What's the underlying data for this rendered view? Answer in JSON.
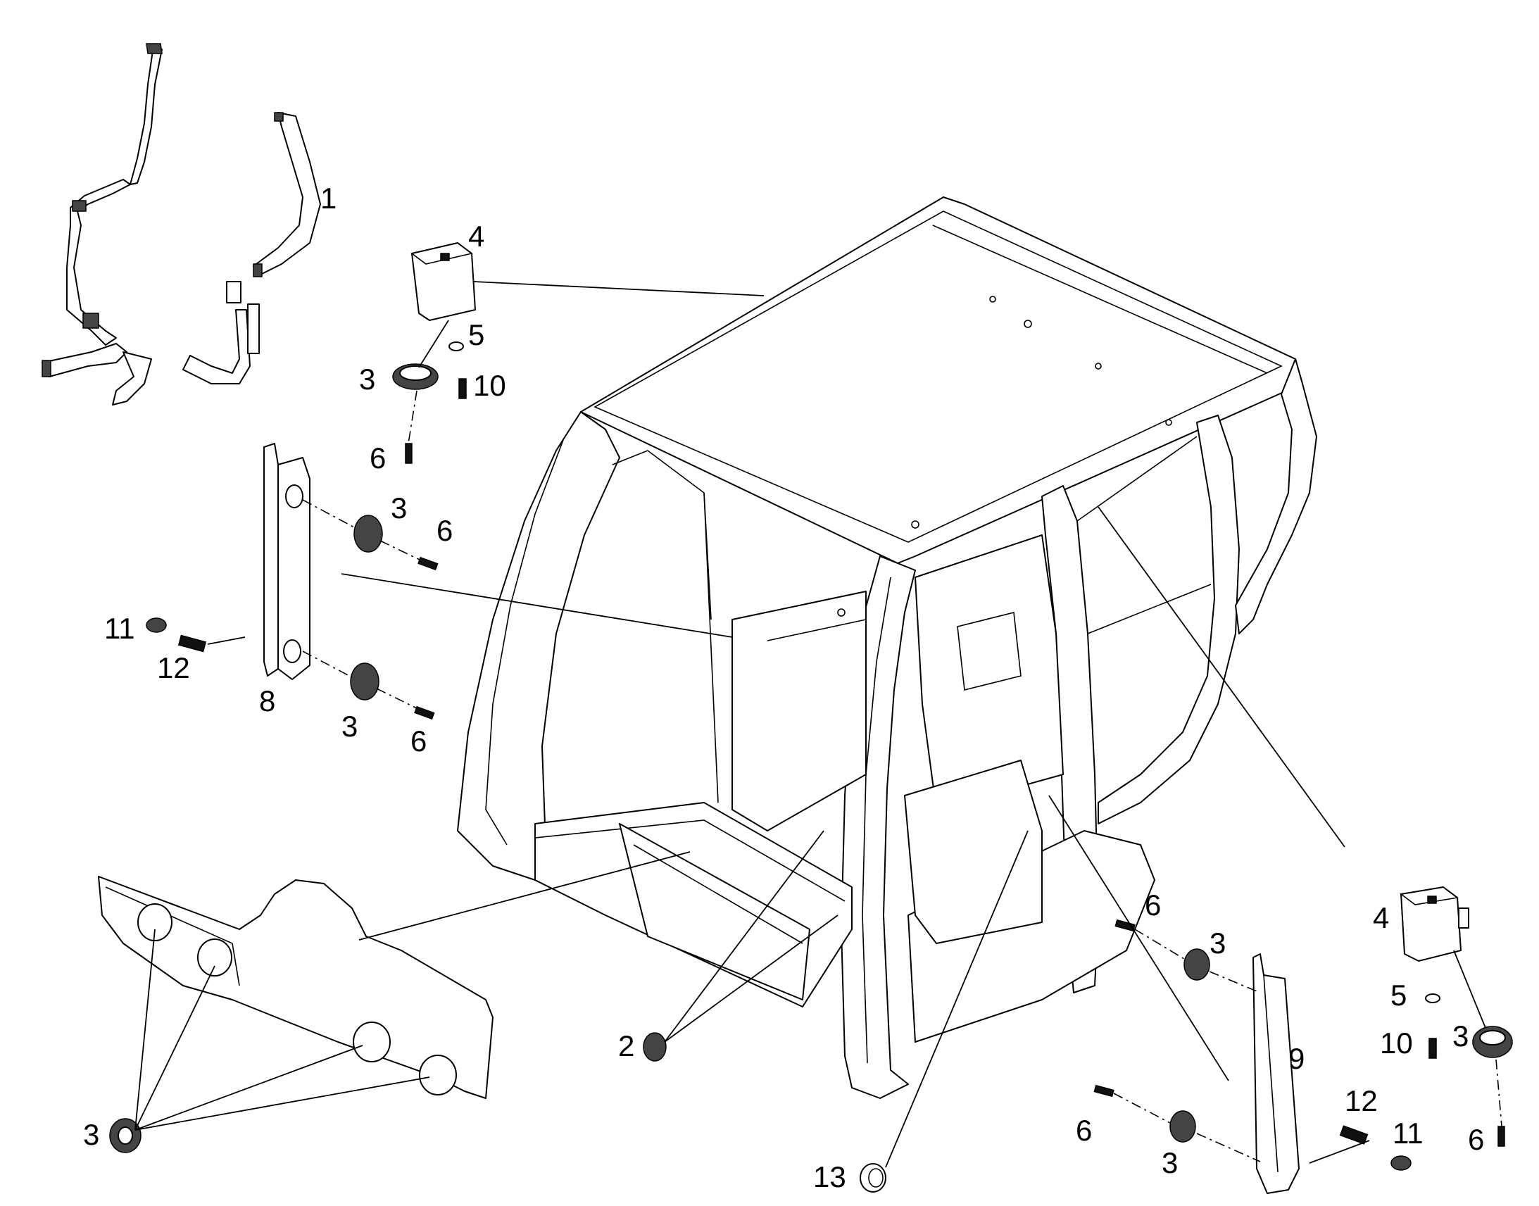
{
  "callouts": {
    "c1": "1",
    "c2": "2",
    "c3a": "3",
    "c3b": "3",
    "c3c": "3",
    "c3d": "3",
    "c3e": "3",
    "c3f": "3",
    "c3g": "3",
    "c4a": "4",
    "c4b": "4",
    "c5a": "5",
    "c5b": "5",
    "c6a": "6",
    "c6b": "6",
    "c6c": "6",
    "c6d": "6",
    "c6e": "6",
    "c6f": "6",
    "c8": "8",
    "c9": "9",
    "c10a": "10",
    "c10b": "10",
    "c11a": "11",
    "c11b": "11",
    "c12a": "12",
    "c12b": "12",
    "c13": "13"
  },
  "colors": {
    "line": "#000000",
    "background": "#ffffff"
  }
}
